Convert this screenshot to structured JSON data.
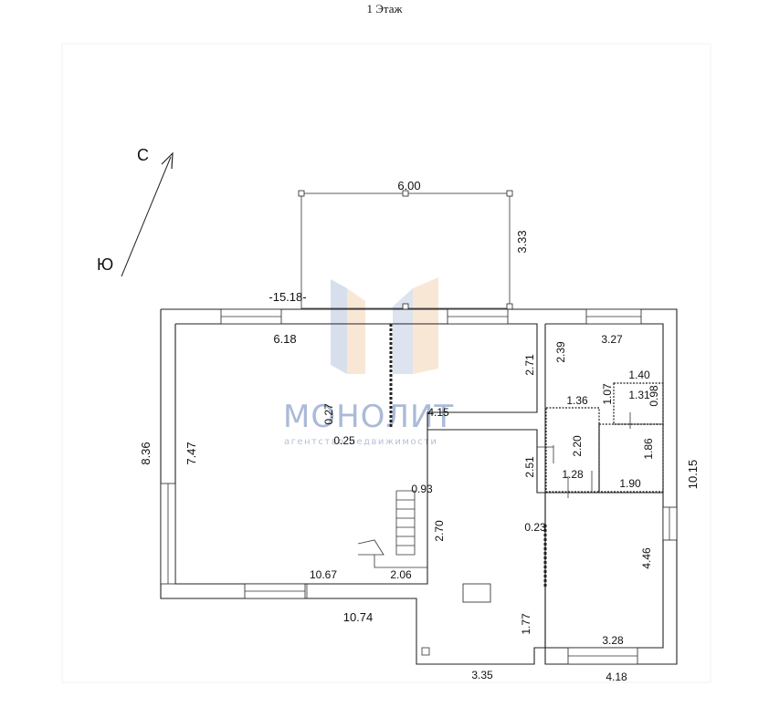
{
  "title": "1 Этаж",
  "compass": {
    "north": "С",
    "south": "Ю"
  },
  "watermark": {
    "brand": "МОНОЛИТ",
    "tagline": "агентство недвижимости",
    "color": "#8fa3c9",
    "accent": "#e8a15c"
  },
  "dimensions": {
    "terrace_width": "6.00",
    "terrace_depth": "3.33",
    "overall_width": "-15.18-",
    "living_top": "6.18",
    "living_height_left": "7.47",
    "outer_height_left": "8.36",
    "wall_small_a": "0.27",
    "wall_small_b": "0.25",
    "corridor": "4.15",
    "room_height_a": "2.71",
    "room_height_b": "2.51",
    "stair_width": "0.93",
    "stair_height": "2.70",
    "bottom_inner": "10.67",
    "stair_run": "2.06",
    "bottom_outer": "10.74",
    "porch_height": "1.77",
    "porch_width": "3.35",
    "right_room_width": "3.27",
    "right_room_height": "2.39",
    "closet_width": "1.40",
    "closet_a": "1.07",
    "closet_b": "1.31",
    "closet_c": "0.98",
    "bath_width": "1.36",
    "bath_height": "2.20",
    "hall_width": "1.28",
    "bath2_height": "1.86",
    "bath2_width": "1.90",
    "outer_height_right": "10.15",
    "partition": "0.23",
    "bedroom_height": "4.46",
    "bedroom_width": "3.28",
    "right_outer_width": "4.18"
  }
}
